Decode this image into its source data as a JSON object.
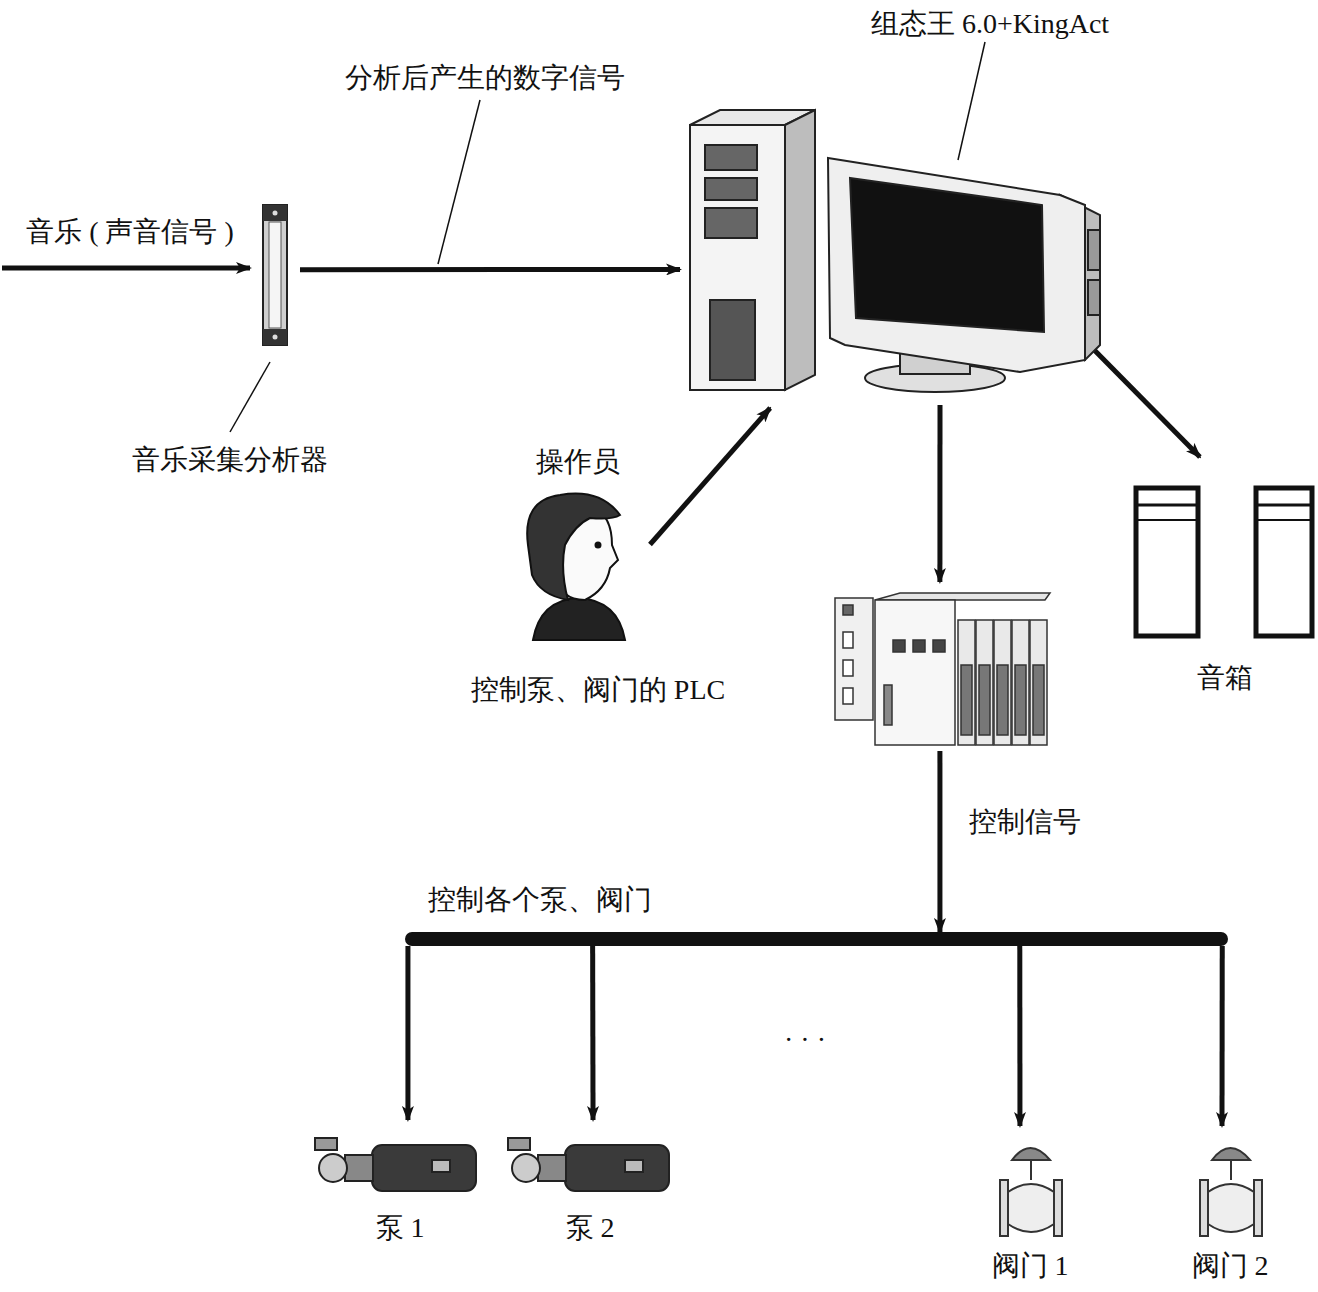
{
  "diagram": {
    "nodes": [
      {
        "text": [
          "音乐采集分析器"
        ]
      },
      {
        "text": [
          "组态王 6.0+KingAct"
        ]
      },
      {
        "text": [
          "操作员"
        ]
      },
      {
        "text": [
          "控制泵、阀门的 PLC"
        ]
      },
      {
        "text": [
          "音箱"
        ]
      },
      {
        "text": [
          "控制各个泵、阀门"
        ]
      },
      {
        "text": [
          "泵 1"
        ]
      },
      {
        "text": [
          "泵 2"
        ]
      },
      {
        "text": [
          "阀门 1"
        ]
      },
      {
        "text": [
          "阀门 2"
        ]
      }
    ],
    "edges": [
      {
        "from": 0,
        "to": 1,
        "arrow": "to",
        "label": "分析后产生的数字信号"
      },
      {
        "from": 2,
        "to": 1,
        "arrow": "to"
      },
      {
        "from": 1,
        "to": 3,
        "arrow": "to"
      },
      {
        "from": 1,
        "to": 4,
        "arrow": "to"
      },
      {
        "from": 3,
        "to": 5,
        "arrow": "to",
        "label": "控制信号"
      },
      {
        "from": 5,
        "to": 6,
        "arrow": "to"
      },
      {
        "from": 5,
        "to": 7,
        "arrow": "to"
      },
      {
        "from": 5,
        "to": 8,
        "arrow": "to"
      },
      {
        "from": 5,
        "to": 9,
        "arrow": "to"
      }
    ],
    "labels": [
      "音乐 ( 声音信号 )",
      "· · ·"
    ]
  }
}
